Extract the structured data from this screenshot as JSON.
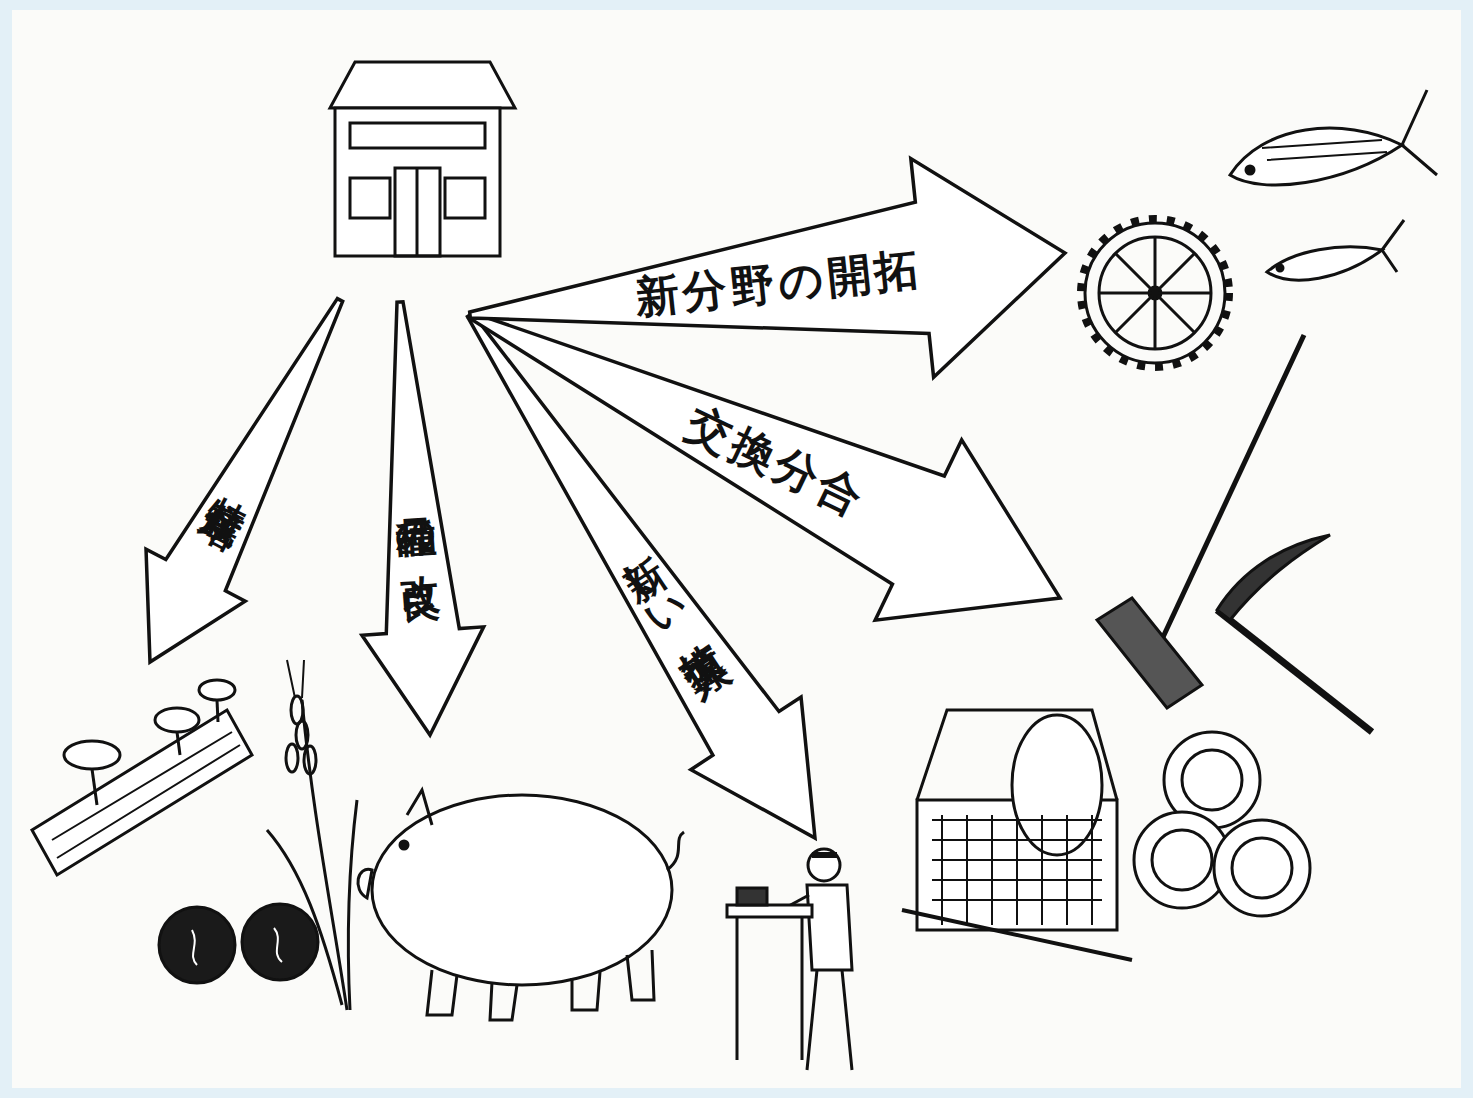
{
  "diagram": {
    "nodes": [
      {
        "text": [
          "特産栽培"
        ]
      },
      {
        "text": [
          "品種の改良"
        ]
      },
      {
        "text": [
          "新しい技術導入"
        ]
      },
      {
        "text": [
          "交換分合"
        ]
      },
      {
        "text": [
          "新分野の開拓"
        ]
      }
    ]
  }
}
